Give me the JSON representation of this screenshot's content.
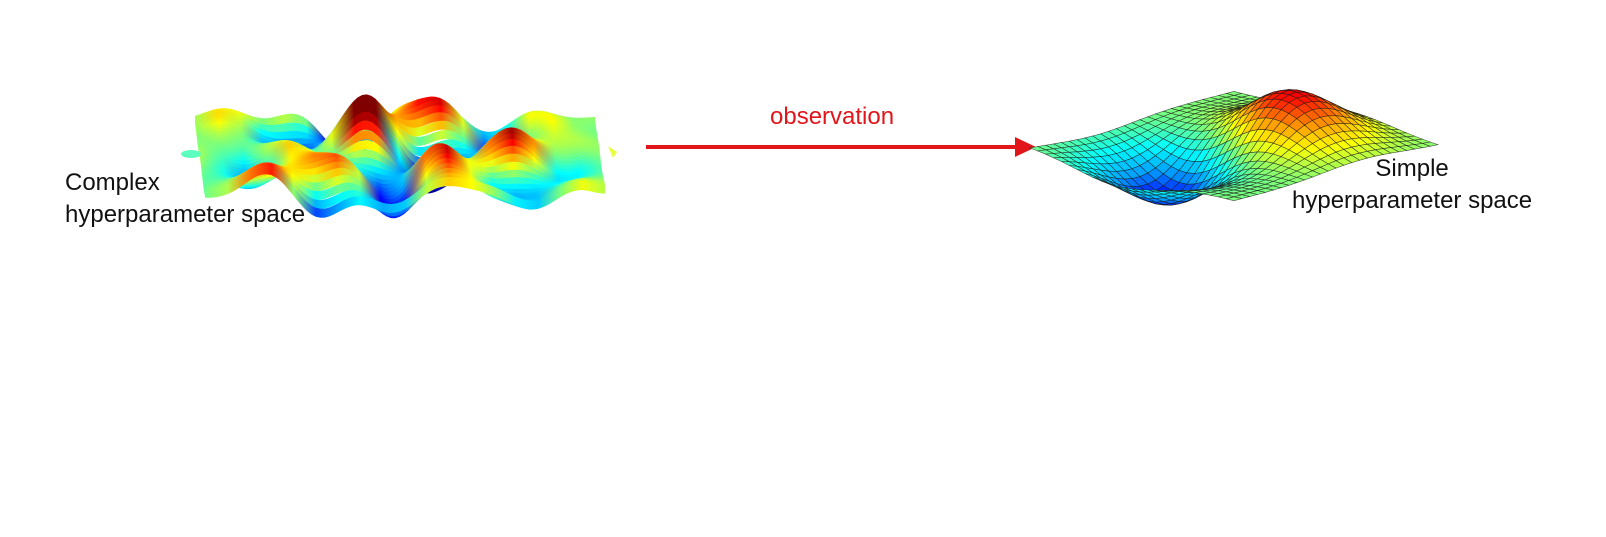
{
  "diagram": {
    "left": {
      "label_line1": "Complex",
      "label_line2": "hyperparameter space",
      "surface_icon": "rugged-surface-icon"
    },
    "right": {
      "label_line1": "Simple",
      "label_line2": "hyperparameter space",
      "surface_icon": "smooth-surface-icon"
    },
    "transition": {
      "label": "observation",
      "arrow_icon": "right-arrow-icon",
      "color": "#e0161b"
    },
    "colormap": [
      "#00008f",
      "#0000ff",
      "#00a0ff",
      "#00ffff",
      "#7dff7a",
      "#ffff00",
      "#ff8a00",
      "#ff0000",
      "#800000"
    ]
  }
}
